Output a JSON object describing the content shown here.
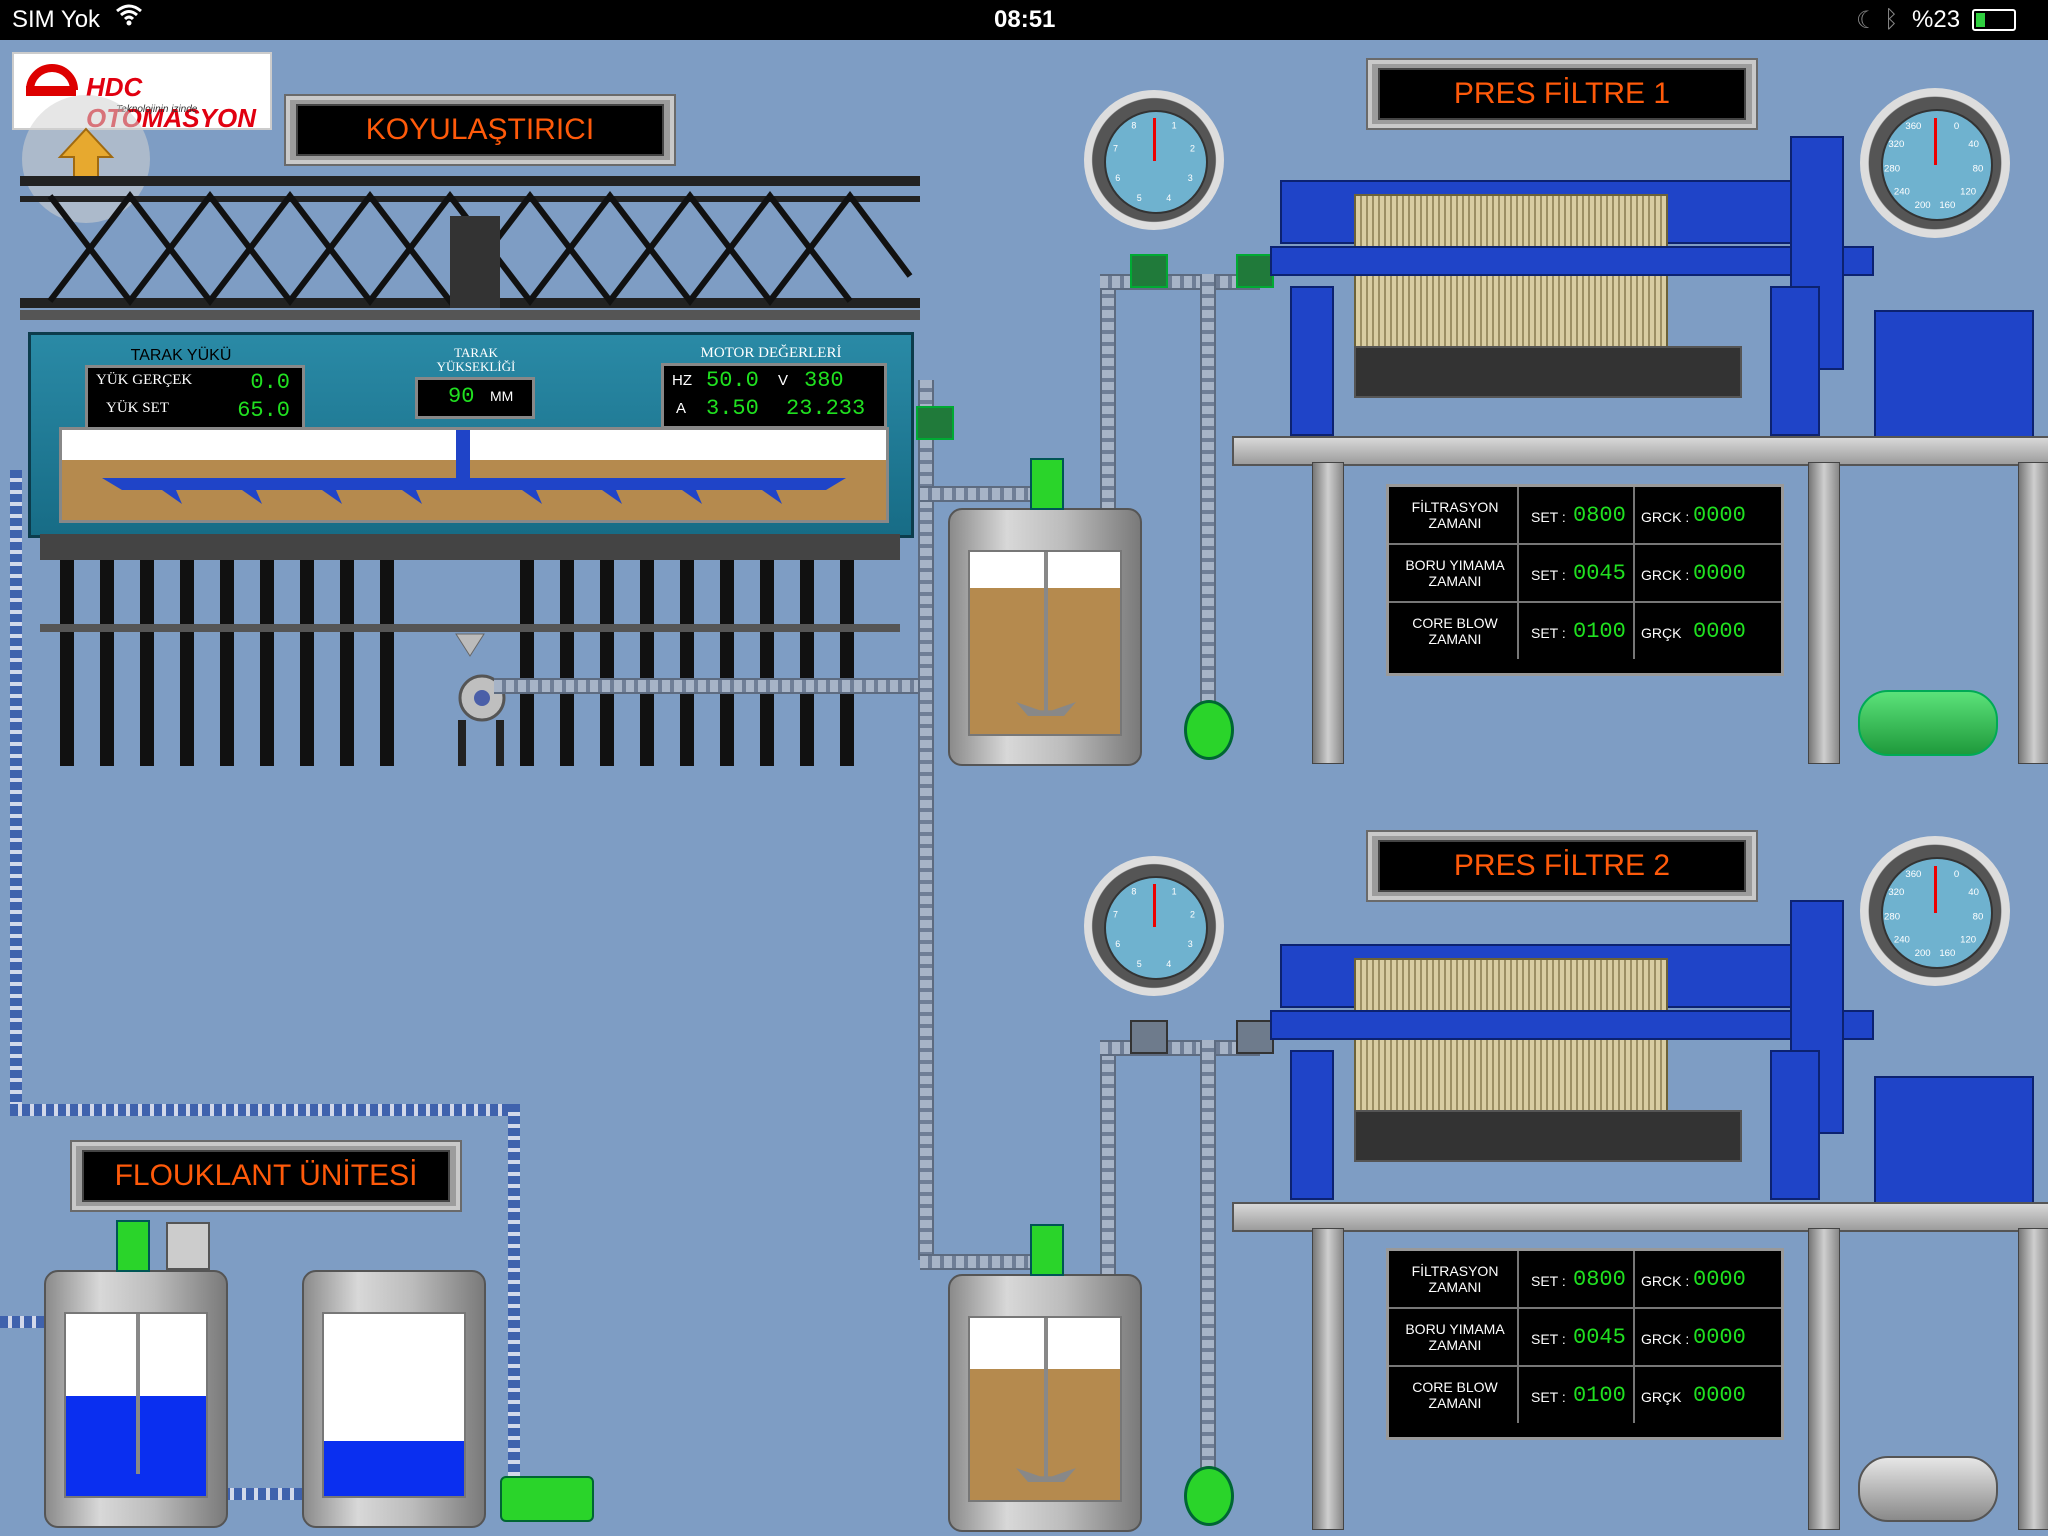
{
  "status_bar": {
    "carrier": "SIM Yok",
    "time": "08:51",
    "battery": "%23",
    "icons": [
      "wifi-icon",
      "moon-icon",
      "bluetooth-icon",
      "battery-icon"
    ]
  },
  "logo": {
    "name": "HDC OTOMASYON",
    "tagline": "Teknolojinin izinde"
  },
  "thickener": {
    "title": "KOYULAŞTIRICI",
    "load": {
      "header": "TARAK YÜKÜ",
      "actual_label": "YÜK GERÇEK",
      "actual_value": "0.0",
      "set_label": "YÜK SET",
      "set_value": "65.0"
    },
    "height": {
      "header_line1": "TARAK",
      "header_line2": "YÜKSEKLİĞİ",
      "value": "90",
      "unit": "MM"
    },
    "motor": {
      "header": "MOTOR DEĞERLERİ",
      "hz_label": "HZ",
      "hz_value": "50.0",
      "v_label": "V",
      "v_value": "380",
      "a_label": "A",
      "a_value": "3.50",
      "extra_value": "23.233"
    }
  },
  "flocculant": {
    "title": "FLOUKLANT ÜNİTESİ",
    "tank1_level": 0.55,
    "tank2_level": 0.3
  },
  "mixer_tanks": {
    "top_level": 0.8,
    "bottom_level": 0.72
  },
  "press1": {
    "title": "PRES FİLTRE 1",
    "gauge_small": [
      "1",
      "2",
      "3",
      "4",
      "5",
      "6",
      "7",
      "8"
    ],
    "gauge_large": [
      "0",
      "40",
      "80",
      "120",
      "160",
      "200",
      "240",
      "280",
      "320",
      "360"
    ],
    "rows": [
      {
        "label": "FİLTRASYON ZAMANI",
        "set_label": "SET :",
        "set_value": "0800",
        "act_label": "GRCK :",
        "act_value": "0000"
      },
      {
        "label": "BORU YIMAMA ZAMANI",
        "set_label": "SET :",
        "set_value": "0045",
        "act_label": "GRCK :",
        "act_value": "0000"
      },
      {
        "label": "CORE BLOW ZAMANI",
        "set_label": "SET :",
        "set_value": "0100",
        "act_label": "GRÇK",
        "act_value": "0000"
      }
    ]
  },
  "press2": {
    "title": "PRES FİLTRE 2",
    "gauge_small": [
      "1",
      "2",
      "3",
      "4",
      "5",
      "6",
      "7",
      "8"
    ],
    "gauge_large": [
      "0",
      "40",
      "80",
      "120",
      "160",
      "200",
      "240",
      "280",
      "320",
      "360"
    ],
    "rows": [
      {
        "label": "FİLTRASYON ZAMANI",
        "set_label": "SET :",
        "set_value": "0800",
        "act_label": "GRCK :",
        "act_value": "0000"
      },
      {
        "label": "BORU YIMAMA ZAMANI",
        "set_label": "SET :",
        "set_value": "0045",
        "act_label": "GRCK :",
        "act_value": "0000"
      },
      {
        "label": "CORE BLOW ZAMANI",
        "set_label": "SET :",
        "set_value": "0100",
        "act_label": "GRÇK",
        "act_value": "0000"
      }
    ]
  },
  "colors": {
    "background": "#7e9dc4",
    "press_blue": "#1f44c8",
    "lcd_green": "#20e020",
    "title_orange": "#ff5a0a",
    "sludge": "#b58a4e",
    "water_blue": "#0a2ff0",
    "pump_green": "#22dd44"
  }
}
